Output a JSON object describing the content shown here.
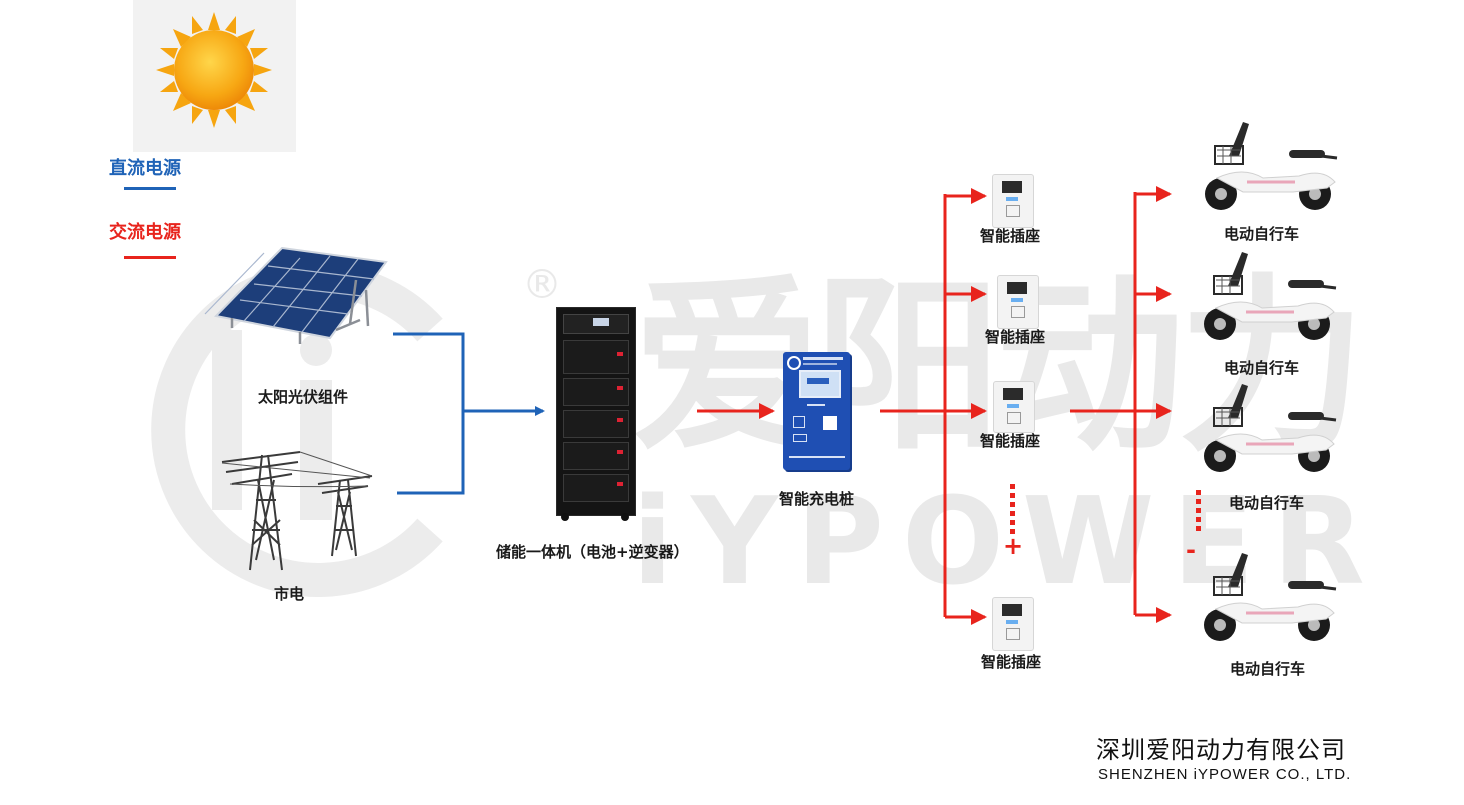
{
  "legend": {
    "dc_label": "直流电源",
    "ac_label": "交流电源",
    "dc_color": "#1f63b7",
    "ac_color": "#e8241d"
  },
  "watermark": {
    "brand_cn": "爱阳动力",
    "brand_en": "iYPOWER",
    "registered": "®"
  },
  "nodes": {
    "solar": "太阳光伏组件",
    "grid": "市电",
    "storage": "储能一体机（电池+逆变器）",
    "charger": "智能充电桩",
    "sockets": [
      "智能插座",
      "智能插座",
      "智能插座",
      "智能插座"
    ],
    "bikes": [
      "电动自行车",
      "电动自行车",
      "电动自行车",
      "电动自行车"
    ]
  },
  "ellipsis": {
    "socket_plus": "+",
    "bike_minus": "-"
  },
  "company": {
    "name_cn": "深圳爱阳动力有限公司",
    "name_en": "SHENZHEN iYPOWER CO., LTD."
  },
  "icons": [
    "sun-icon",
    "solar-panel-icon",
    "power-tower-icon",
    "storage-cabinet-icon",
    "charging-station-icon",
    "smart-socket-icon",
    "e-bike-icon"
  ]
}
